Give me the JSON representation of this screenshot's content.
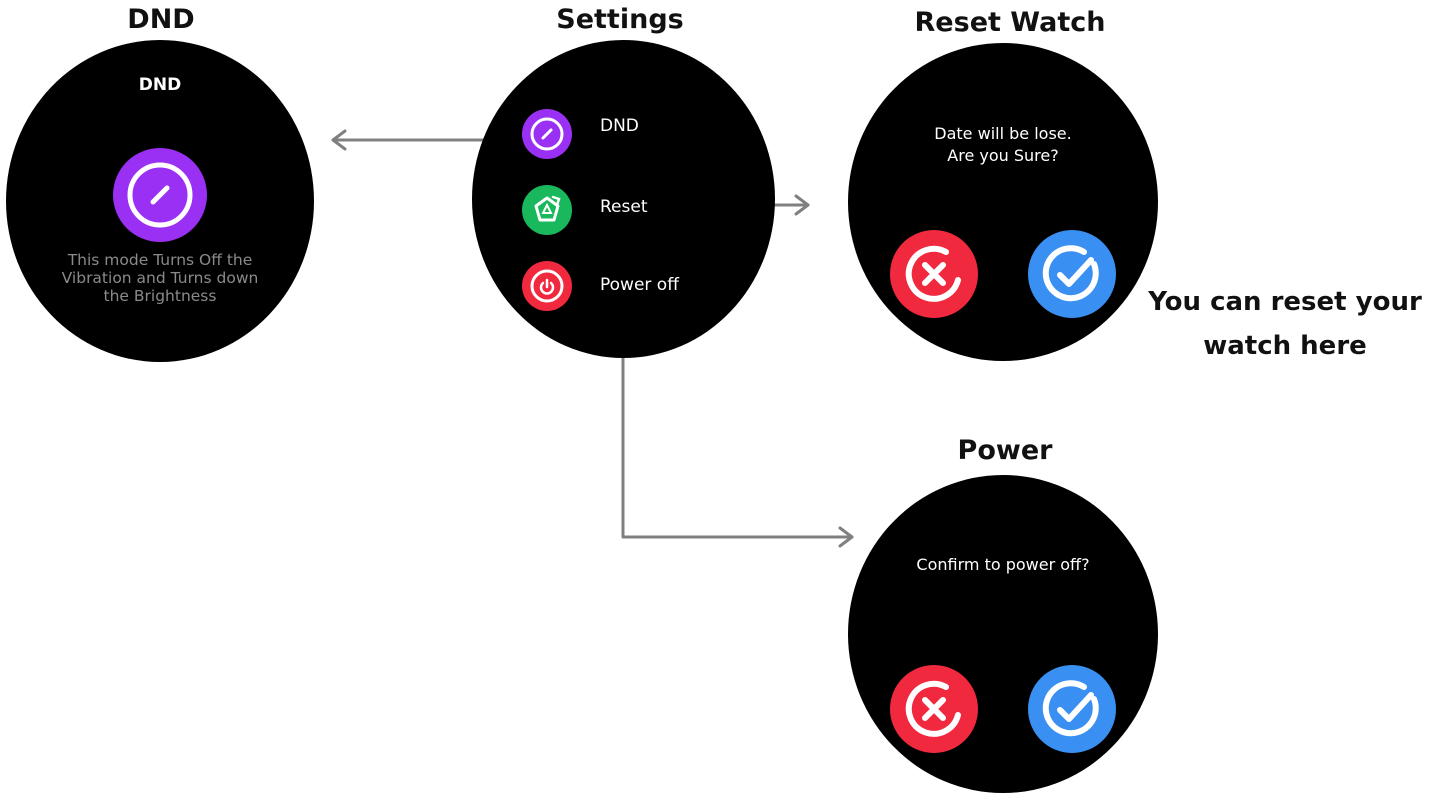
{
  "headings": {
    "dnd": "DND",
    "settings": "Settings",
    "reset": "Reset Watch",
    "power": "Power"
  },
  "note": {
    "line1": "You can reset your",
    "line2": "watch here"
  },
  "dnd_screen": {
    "title": "DND",
    "description_lines": [
      "This mode Turns Off the",
      "Vibration and Turns down",
      "the Brightness"
    ],
    "accent": "#9b30f5"
  },
  "settings_screen": {
    "items": [
      {
        "label": "DND",
        "icon": "dnd-icon",
        "color": "#9b30f5"
      },
      {
        "label": "Reset",
        "icon": "reset-icon",
        "color": "#19b85c"
      },
      {
        "label": "Power off",
        "icon": "power-icon",
        "color": "#f0293e"
      }
    ]
  },
  "reset_screen": {
    "message_lines": [
      "Date will be lose.",
      "Are you Sure?"
    ],
    "cancel_icon": "cancel-icon",
    "confirm_icon": "confirm-icon"
  },
  "power_screen": {
    "message": "Confirm to power off?",
    "cancel_icon": "cancel-icon",
    "confirm_icon": "confirm-icon"
  },
  "colors": {
    "cancel": "#f0293e",
    "confirm": "#3a8ff2",
    "connector": "#808080"
  }
}
